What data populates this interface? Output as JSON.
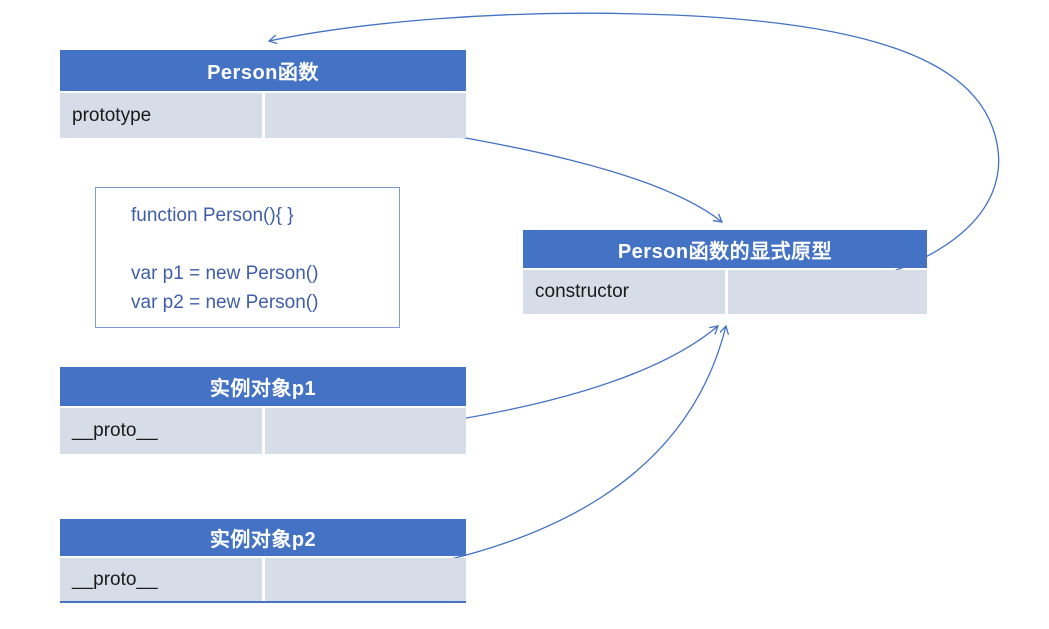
{
  "colors": {
    "header_bg": "#4472C4",
    "row_bg": "#D6DCE8",
    "arrow": "#4472C4",
    "code_text": "#3F5EA9",
    "code_border": "#7F9BD1",
    "row_text": "#1A1A1A",
    "header_text": "#FFFFFF"
  },
  "tables": {
    "person_fn": {
      "title": "Person函数",
      "rows": [
        {
          "key": "prototype",
          "value": ""
        }
      ]
    },
    "person_proto": {
      "title": "Person函数的显式原型",
      "rows": [
        {
          "key": "constructor",
          "value": ""
        }
      ]
    },
    "p1": {
      "title": "实例对象p1",
      "rows": [
        {
          "key": "__proto__",
          "value": ""
        }
      ]
    },
    "p2": {
      "title": "实例对象p2",
      "rows": [
        {
          "key": "__proto__",
          "value": ""
        }
      ]
    }
  },
  "code": {
    "lines": [
      "function Person(){ }",
      "",
      "var p1 = new Person()",
      "var p2 = new Person()"
    ]
  },
  "arrows": [
    {
      "name": "prototype-to-explicit-prototype",
      "from": "person_fn.prototype",
      "to": "person_proto.top"
    },
    {
      "name": "constructor-to-person-fn",
      "from": "person_proto.constructor",
      "to": "person_fn.top"
    },
    {
      "name": "p1-proto-to-explicit-prototype",
      "from": "p1.__proto__",
      "to": "person_proto.bottom"
    },
    {
      "name": "p2-proto-to-explicit-prototype",
      "from": "p2.__proto__",
      "to": "person_proto.bottom"
    }
  ]
}
